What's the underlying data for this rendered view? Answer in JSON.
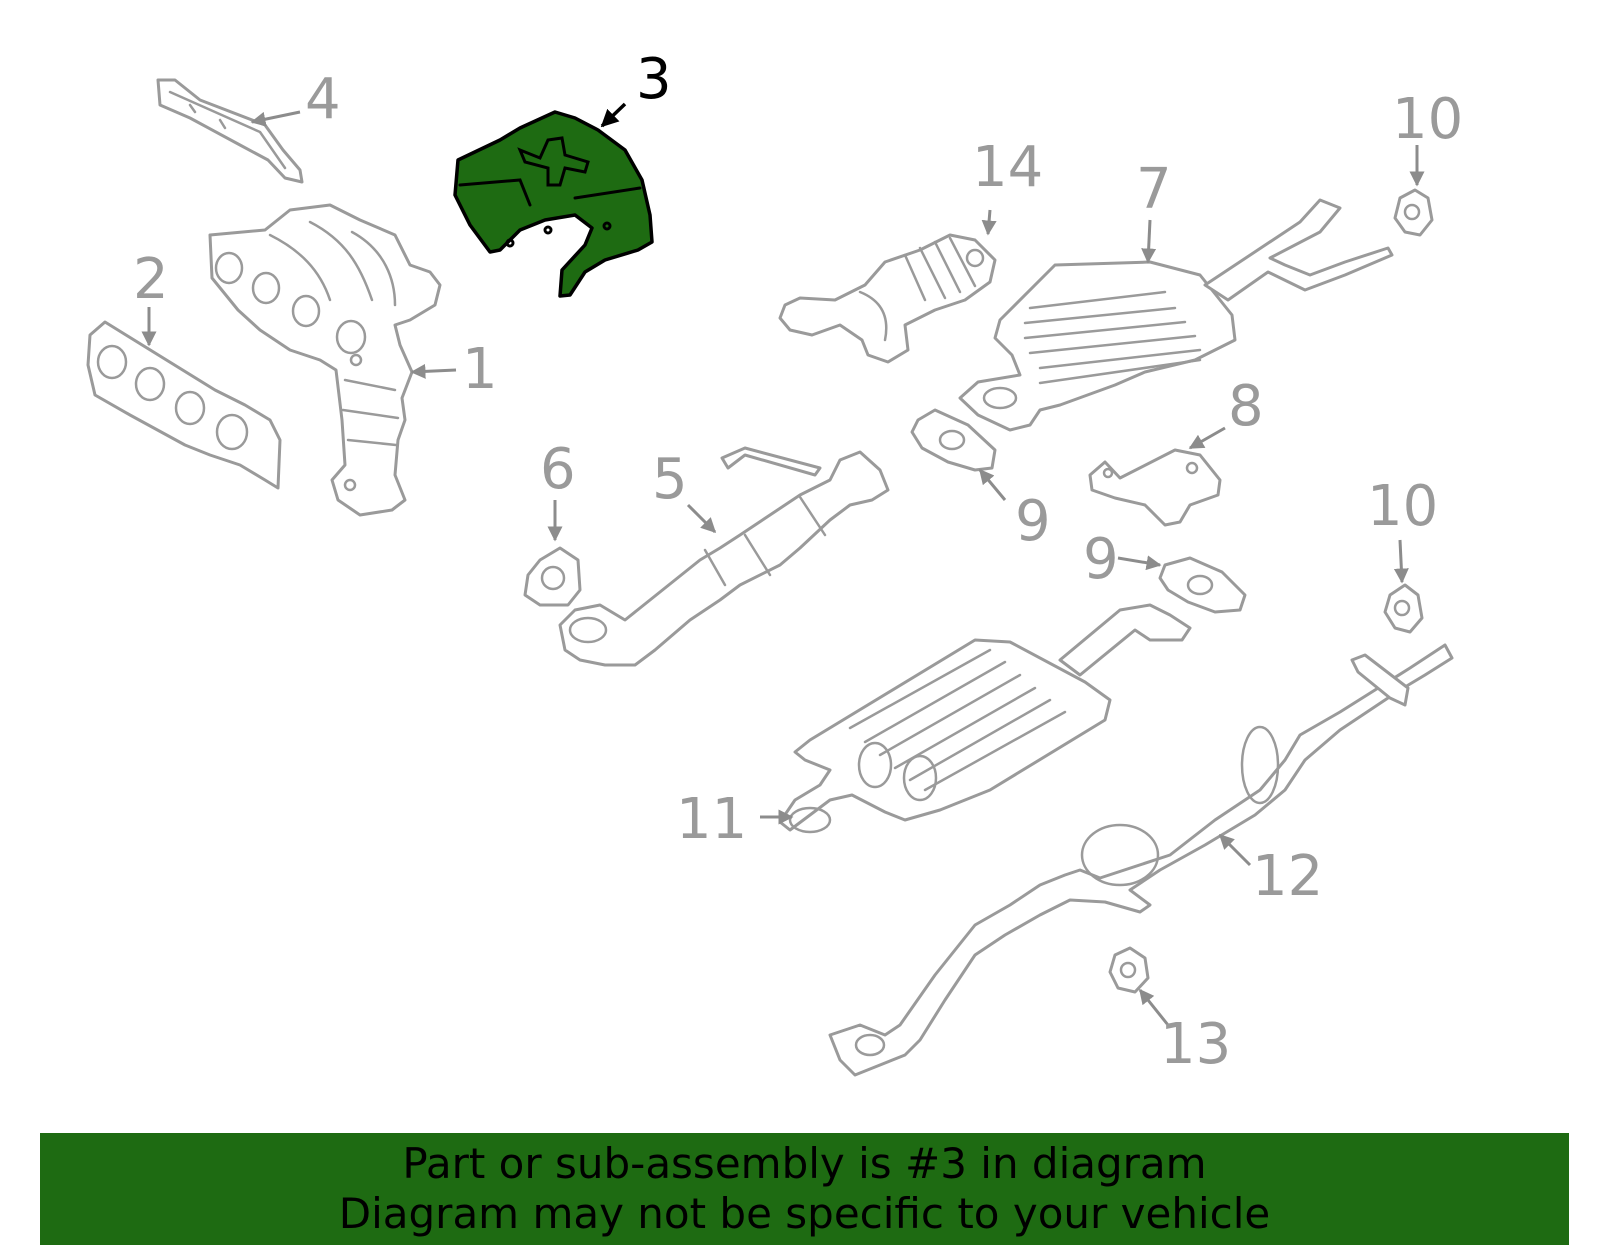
{
  "diagram": {
    "highlight_color": "#1e6b12",
    "part_line_color": "#9a9a9a",
    "highlighted_part": "3",
    "callouts": [
      {
        "id": "c1",
        "label": "1"
      },
      {
        "id": "c2",
        "label": "2"
      },
      {
        "id": "c3",
        "label": "3",
        "highlighted": true
      },
      {
        "id": "c4",
        "label": "4"
      },
      {
        "id": "c5",
        "label": "5"
      },
      {
        "id": "c6",
        "label": "6"
      },
      {
        "id": "c7",
        "label": "7"
      },
      {
        "id": "c8",
        "label": "8"
      },
      {
        "id": "c9a",
        "label": "9"
      },
      {
        "id": "c9b",
        "label": "9"
      },
      {
        "id": "c10a",
        "label": "10"
      },
      {
        "id": "c10b",
        "label": "10"
      },
      {
        "id": "c11",
        "label": "11"
      },
      {
        "id": "c12",
        "label": "12"
      },
      {
        "id": "c13",
        "label": "13"
      },
      {
        "id": "c14",
        "label": "14"
      }
    ]
  },
  "banner": {
    "line1": "Part or sub-assembly is #3 in diagram",
    "line2": "Diagram may not be specific to your vehicle",
    "background": "#1e6b12"
  }
}
